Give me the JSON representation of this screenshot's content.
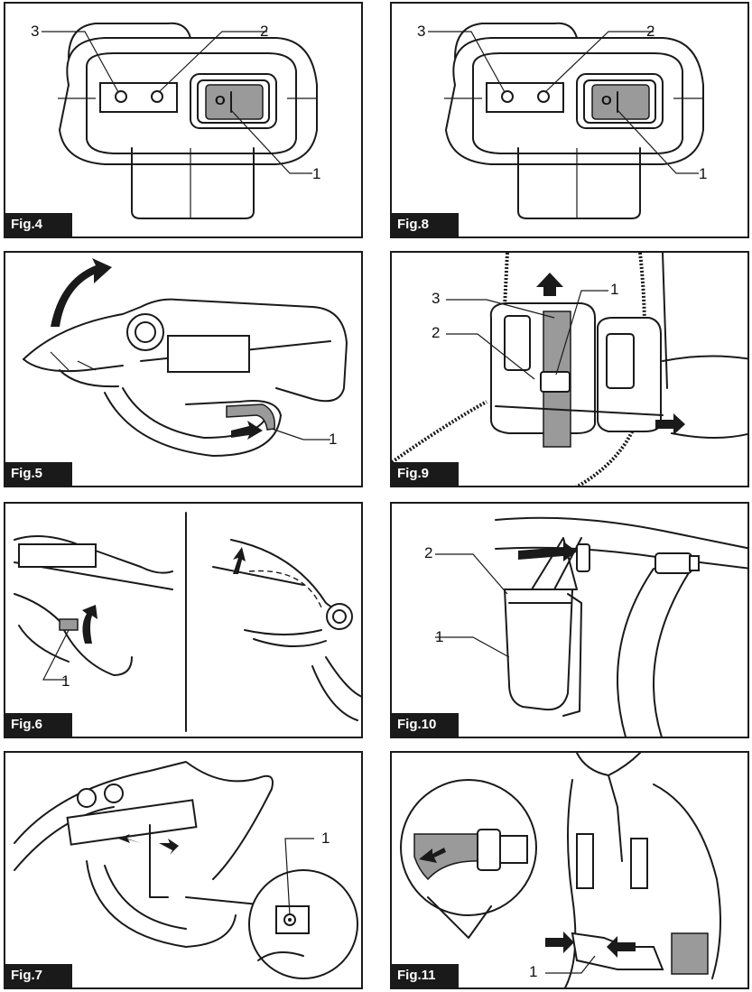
{
  "figures": {
    "fig4": {
      "label": "Fig.4",
      "callouts": [
        "3",
        "2",
        "1"
      ]
    },
    "fig8": {
      "label": "Fig.8",
      "callouts": [
        "3",
        "2",
        "1"
      ]
    },
    "fig5": {
      "label": "Fig.5",
      "callouts": [
        "1"
      ]
    },
    "fig9": {
      "label": "Fig.9",
      "callouts": [
        "3",
        "1",
        "2"
      ]
    },
    "fig6": {
      "label": "Fig.6",
      "callouts": [
        "1"
      ]
    },
    "fig10": {
      "label": "Fig.10",
      "callouts": [
        "2",
        "1"
      ]
    },
    "fig7": {
      "label": "Fig.7",
      "callouts": [
        "1"
      ]
    },
    "fig11": {
      "label": "Fig.11",
      "callouts": [
        "1"
      ]
    }
  },
  "switch_symbols": {
    "off": "O",
    "on": "I"
  },
  "colors": {
    "ink": "#1a1a1a",
    "label_bg": "#1a1a1a",
    "label_text": "#ffffff",
    "grey_fill": "#9a9a9a"
  }
}
